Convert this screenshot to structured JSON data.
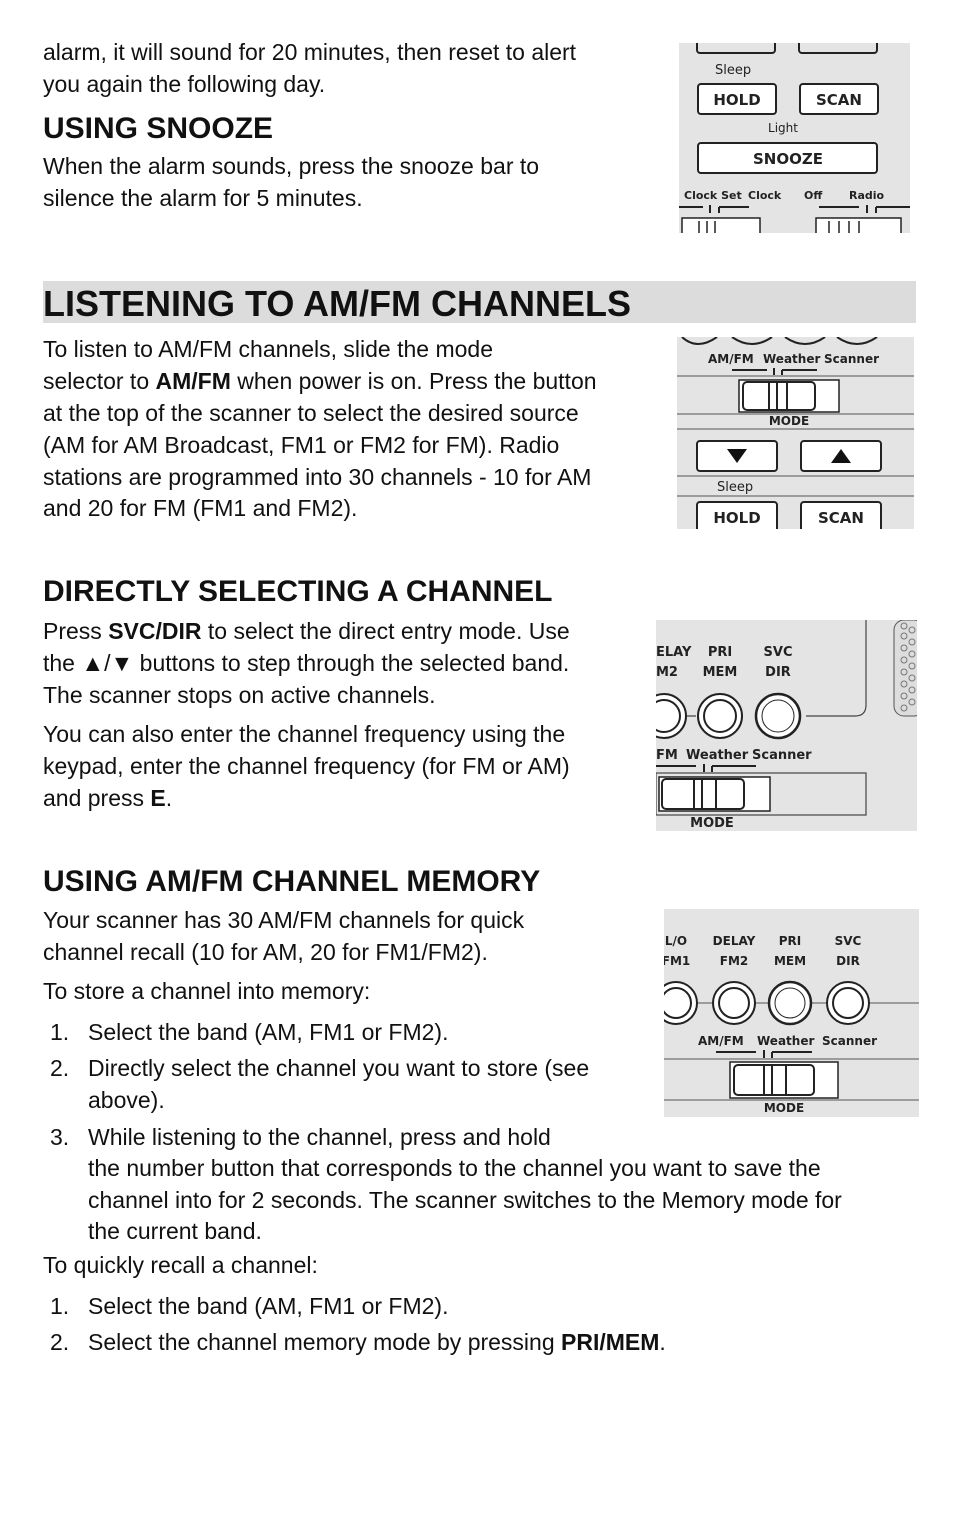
{
  "p1": {
    "line1": "alarm, it will sound for 20 minutes, then reset to alert",
    "line2": "you again the following day."
  },
  "snooze": {
    "heading": "USING SNOOZE",
    "line1": "When the alarm sounds, press the snooze bar to",
    "line2": "silence the alarm for 5 minutes."
  },
  "fig1": {
    "sleep": "Sleep",
    "hold": "HOLD",
    "scan": "SCAN",
    "light": "Light",
    "snooze": "SNOOZE",
    "clock_set": "Clock Set",
    "clock": "Clock",
    "off": "Off",
    "radio": "Radio"
  },
  "listening": {
    "banner": "LISTENING TO AM/FM CHANNELS",
    "l1": "To listen to AM/FM channels, slide the mode",
    "l2a": "selector to ",
    "l2b": "AM/FM",
    "l2c": " when power is on. Press the button",
    "l3": "at the top of the scanner to select the desired source",
    "l4": "(AM for AM Broadcast, FM1 or FM2 for FM). Radio",
    "l5": "stations are programmed into 30 channels - 10 for AM",
    "l6": "and 20 for FM (FM1 and FM2)."
  },
  "fig2": {
    "amfm": "AM/FM",
    "weather": "Weather",
    "scanner": "Scanner",
    "mode": "MODE",
    "sleep": "Sleep",
    "hold": "HOLD",
    "scan": "SCAN"
  },
  "direct": {
    "heading": "DIRECTLY SELECTING A CHANNEL",
    "l1a": "Press ",
    "l1b": "SVC/DIR",
    "l1c": " to select the direct entry mode. Use",
    "l2": "the ▲/▼ buttons to step through the selected band.",
    "l3": "The scanner stops on active channels.",
    "l4": "You can also enter the channel frequency using the",
    "l5": "keypad, enter the channel frequency (for FM or AM)",
    "l6a": "and press ",
    "l6b": "E",
    "l6c": "."
  },
  "fig3": {
    "delay": "ELAY",
    "m2": "M2",
    "pri": "PRI",
    "mem": "MEM",
    "svc": "SVC",
    "dir": "DIR",
    "fm": "FM",
    "weather": "Weather",
    "scanner": "Scanner",
    "mode": "MODE"
  },
  "memory": {
    "heading": "USING AM/FM CHANNEL MEMORY",
    "l1": "Your scanner has 30 AM/FM channels for quick",
    "l2": "channel recall (10 for AM, 20 for FM1/FM2).",
    "l3": "To store a channel into memory:",
    "store": [
      {
        "num": "1.",
        "lines": [
          "Select the band (AM, FM1 or FM2)."
        ]
      },
      {
        "num": "2.",
        "lines": [
          "Directly select the channel you want to store (see",
          "above)."
        ]
      },
      {
        "num": "3.",
        "lines": [
          "While listening to the channel, press and hold",
          "the number button that corresponds to the channel you want to save the",
          "channel into for 2 seconds. The scanner switches to the Memory mode for",
          "the current band."
        ]
      }
    ],
    "recall_intro": "To quickly recall a channel:",
    "recall1_num": "1.",
    "recall1": "Select the band (AM, FM1 or FM2).",
    "recall2_num": "2.",
    "recall2a": "Select the channel memory mode by pressing ",
    "recall2b": "PRI/MEM",
    "recall2c": "."
  },
  "fig4": {
    "lo": "L/O",
    "fm1": "FM1",
    "delay": "DELAY",
    "fm2": "FM2",
    "pri": "PRI",
    "mem": "MEM",
    "svc": "SVC",
    "dir": "DIR",
    "amfm": "AM/FM",
    "weather": "Weather",
    "scanner": "Scanner",
    "mode": "MODE"
  }
}
